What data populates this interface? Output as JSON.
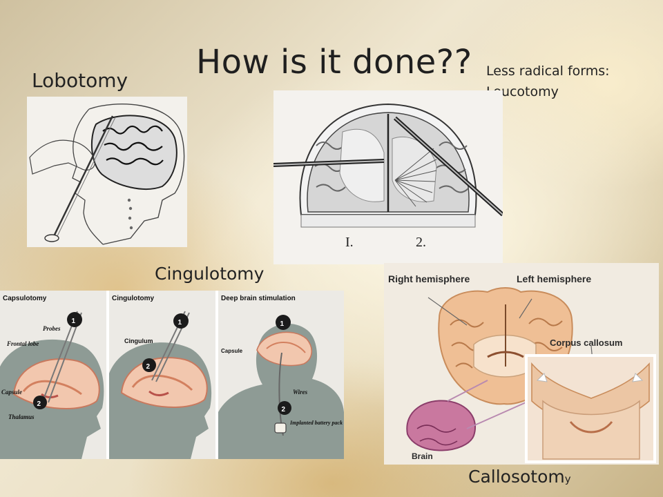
{
  "slide": {
    "title": "How is it done??",
    "lobotomy_label": "Lobotomy",
    "less_radical_line1": "Less radical forms:",
    "less_radical_line2": "Leucotomy",
    "cingulotomy_label": "Cingulotomy",
    "callosotomy_label_main": "Callosotom",
    "callosotomy_label_tail": "y"
  },
  "leucotomy_figure": {
    "marker_1": "I.",
    "marker_2": "2."
  },
  "procedures_figure": {
    "panel_capsulotomy": {
      "heading": "Capsulotomy",
      "labels": [
        "Probes",
        "Frontal lobe",
        "Capsule",
        "Thalamus"
      ],
      "step_1": "1",
      "step_2": "2"
    },
    "panel_cingulotomy": {
      "heading": "Cingulotomy",
      "labels": [
        "Cingulum"
      ],
      "step_1": "1",
      "step_2": "2"
    },
    "panel_dbs": {
      "heading": "Deep brain stimulation",
      "labels": [
        "Capsule",
        "Wires",
        "Implanted battery pack"
      ],
      "step_1": "1",
      "step_2": "2"
    }
  },
  "callosotomy_figure": {
    "labels": {
      "right": "Right hemisphere",
      "left": "Left hemisphere",
      "corpus": "Corpus callosum",
      "brain": "Brain"
    }
  }
}
